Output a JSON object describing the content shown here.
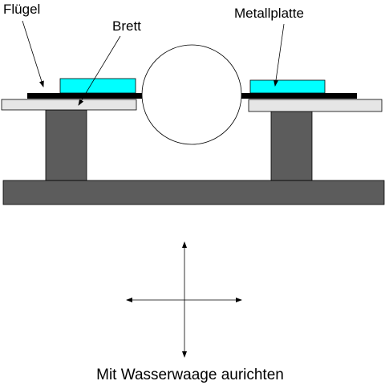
{
  "labels": {
    "wing": "Flügel",
    "board": "Brett",
    "metal_plate": "Metallplatte"
  },
  "caption": "Mit Wasserwaage aurichten",
  "colors": {
    "metal_plate": "#00ffff",
    "wing": "#000000",
    "board": "#e6e6e6",
    "support": "#5c5c5c",
    "base": "#5c5c5c",
    "outline": "#000000"
  }
}
